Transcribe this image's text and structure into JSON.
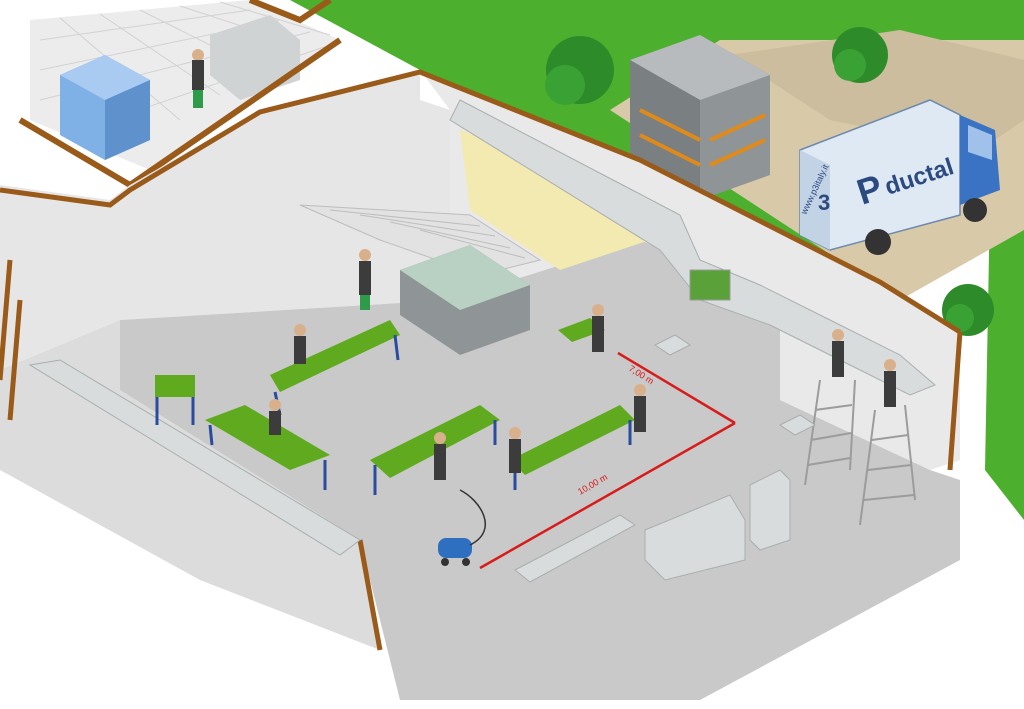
{
  "truck": {
    "brand": "ductal",
    "brand_prefix": "P",
    "website": "www.p3italy.it",
    "logo_letter": "3"
  },
  "dimensions": {
    "width_label": "7,00 m",
    "length_label": "10,00 m"
  },
  "colors": {
    "grass": "#4caf2e",
    "floor": "#c9c9c9",
    "wall": "#e6e6e6",
    "wall_cut": "#9a5a1a",
    "table_top": "#5faa1e",
    "table_frame": "#2a4c9e",
    "dimension_line": "#d81b1b",
    "duct": "#d9dcdd",
    "truck_cab": "#3a72c4",
    "truck_box": "#dfe9f4"
  }
}
